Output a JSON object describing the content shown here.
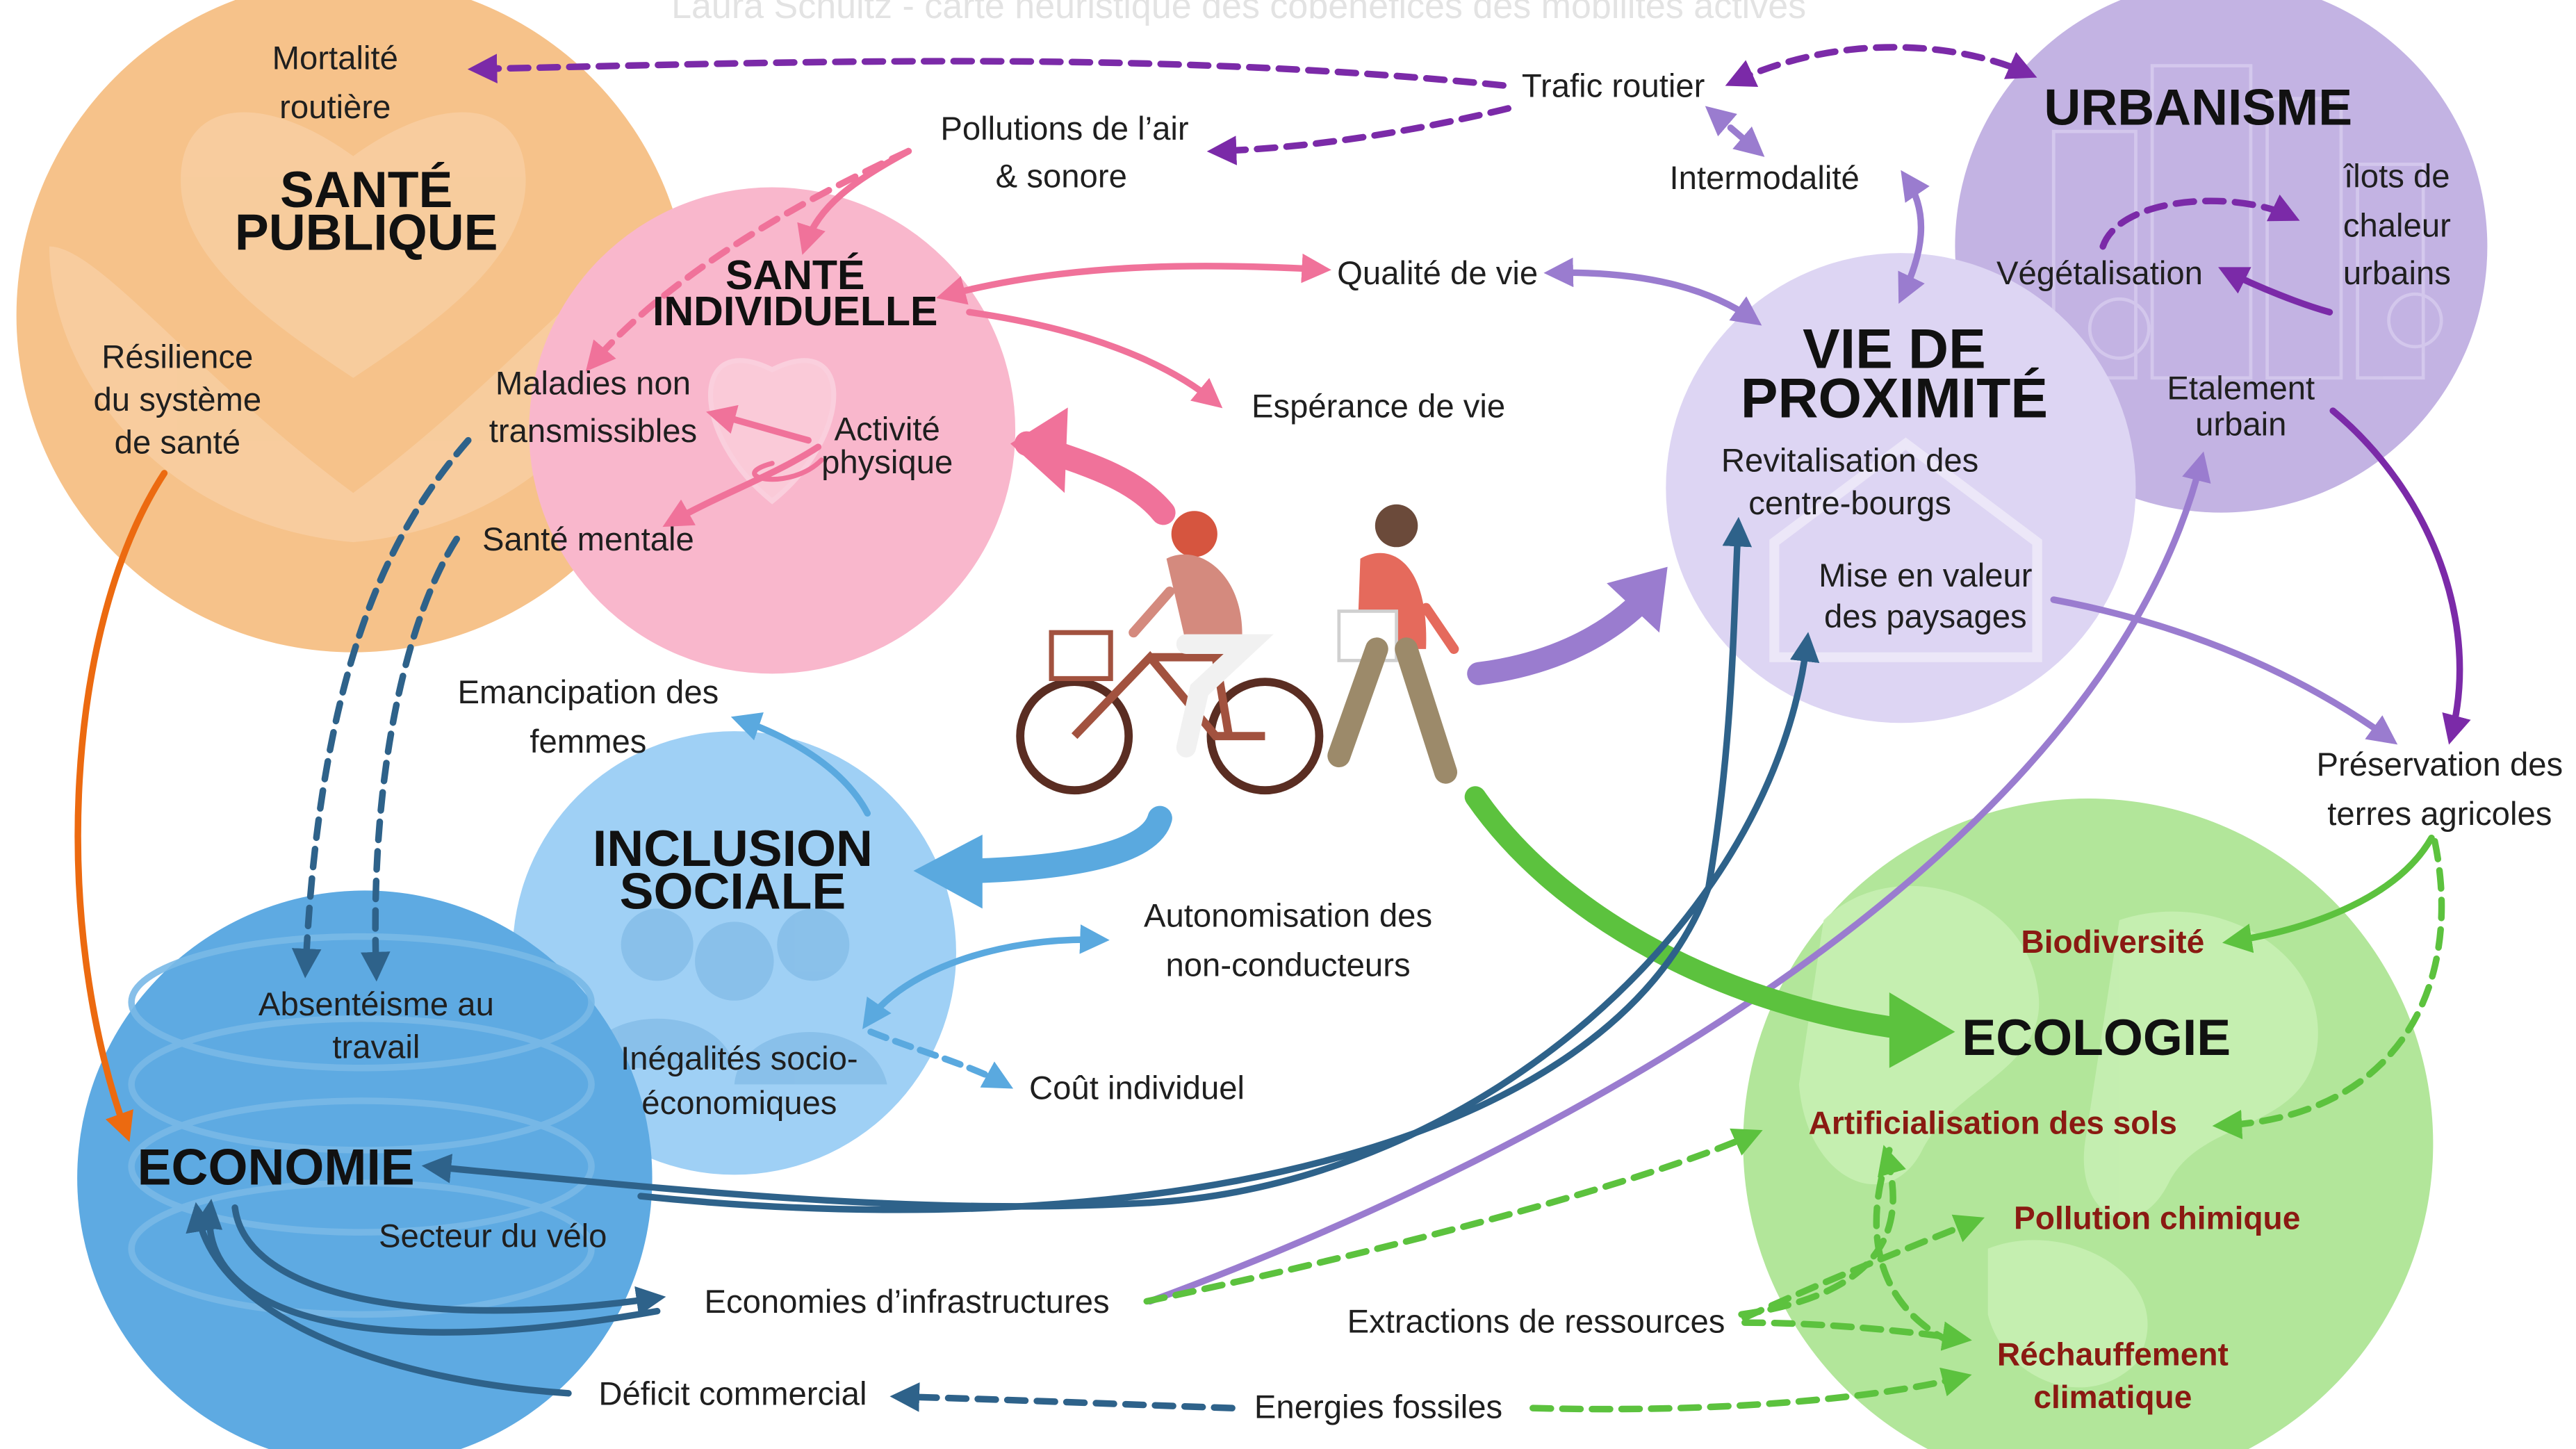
{
  "header": "Laura Schultz - carte heuristique des cobénéfices des mobilités actives",
  "colors": {
    "sante_publique": "#f6c28a",
    "sante_individuelle": "#f9b7cc",
    "urbanisme": "#c3b3e3",
    "vie_proximite": "#ddd5f3",
    "inclusion_sociale": "#9fd0f5",
    "economie": "#5eaae2",
    "ecologie": "#b2e69a",
    "purple_link": "#7b2aa8",
    "pink_link": "#f0729a",
    "blue_link": "#2e628a",
    "green_link": "#5cc23e",
    "orange_link": "#ec6a10",
    "lavender_link": "#9a7ccf"
  },
  "icons": [
    "cyclist-illustration",
    "walker-illustration"
  ],
  "nodes": {
    "sante_publique": {
      "title_line1": "SANTÉ",
      "title_line2": "PUBLIQUE",
      "mortalite_1": "Mortalité",
      "mortalite_2": "routière",
      "resilience_1": "Résilience",
      "resilience_2": "du système",
      "resilience_3": "de santé"
    },
    "sante_individuelle": {
      "title_line1": "SANTÉ",
      "title_line2": "INDIVIDUELLE",
      "maladies_1": "Maladies non",
      "maladies_2": "transmissibles",
      "activite_1": "Activité",
      "activite_2": "physique",
      "sante_mentale": "Santé mentale"
    },
    "floating": {
      "pollutions_1": "Pollutions de l’air",
      "pollutions_2": "& sonore",
      "trafic": "Trafic routier",
      "intermodalite": "Intermodalité",
      "qualite_vie": "Qualité de vie",
      "esperance_vie": "Espérance de vie",
      "emancipation_1": "Emancipation des",
      "emancipation_2": "femmes",
      "autonomisation_1": "Autonomisation des",
      "autonomisation_2": "non-conducteurs",
      "cout_individuel": "Coût individuel",
      "preservation_1": "Préservation des",
      "preservation_2": "terres agricoles",
      "economies_infra": "Economies d’infrastructures",
      "extractions": "Extractions de ressources",
      "deficit": "Déficit commercial",
      "energies": "Energies fossiles"
    },
    "urbanisme": {
      "title": "URBANISME",
      "vegetalisation": "Végétalisation",
      "ilots_1": "îlots de",
      "ilots_2": "chaleur",
      "ilots_3": "urbains",
      "etalement_1": "Etalement",
      "etalement_2": "urbain"
    },
    "vie_proximite": {
      "title_line1": "VIE DE",
      "title_line2": "PROXIMITÉ",
      "revitalisation_1": "Revitalisation des",
      "revitalisation_2": "centre-bourgs",
      "paysages_1": "Mise en valeur",
      "paysages_2": "des paysages"
    },
    "inclusion_sociale": {
      "title_line1": "INCLUSION",
      "title_line2": "SOCIALE",
      "inegalites_1": "Inégalités socio-",
      "inegalites_2": "économiques"
    },
    "economie": {
      "title": "ECONOMIE",
      "absenteisme_1": "Absentéisme au",
      "absenteisme_2": "travail",
      "secteur_velo": "Secteur du vélo"
    },
    "ecologie": {
      "title": "ECOLOGIE",
      "biodiversite": "Biodiversité",
      "artificialisation": "Artificialisation des sols",
      "pollution_chimique": "Pollution chimique",
      "rechauffement_1": "Réchauffement",
      "rechauffement_2": "climatique"
    }
  }
}
